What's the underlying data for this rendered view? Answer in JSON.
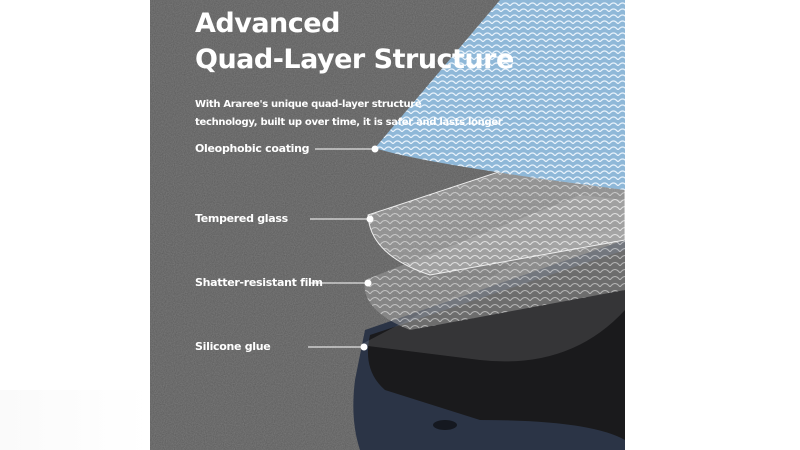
{
  "headline": {
    "line1": "Advanced",
    "line2": "Quad-Layer Structure"
  },
  "description": {
    "line1": "With Araree's unique quad-layer structure",
    "line2": "technology, built up over time, it is safer and lasts longer"
  },
  "layers": [
    {
      "label": "Oleophobic coating"
    },
    {
      "label": "Tempered glass"
    },
    {
      "label": "Shatter-resistant film"
    },
    {
      "label": "Silicone glue"
    }
  ],
  "colors": {
    "background": "#5a5a5a",
    "oleophobic": "#9cc3e0",
    "phone_frame": "#2b3446"
  }
}
